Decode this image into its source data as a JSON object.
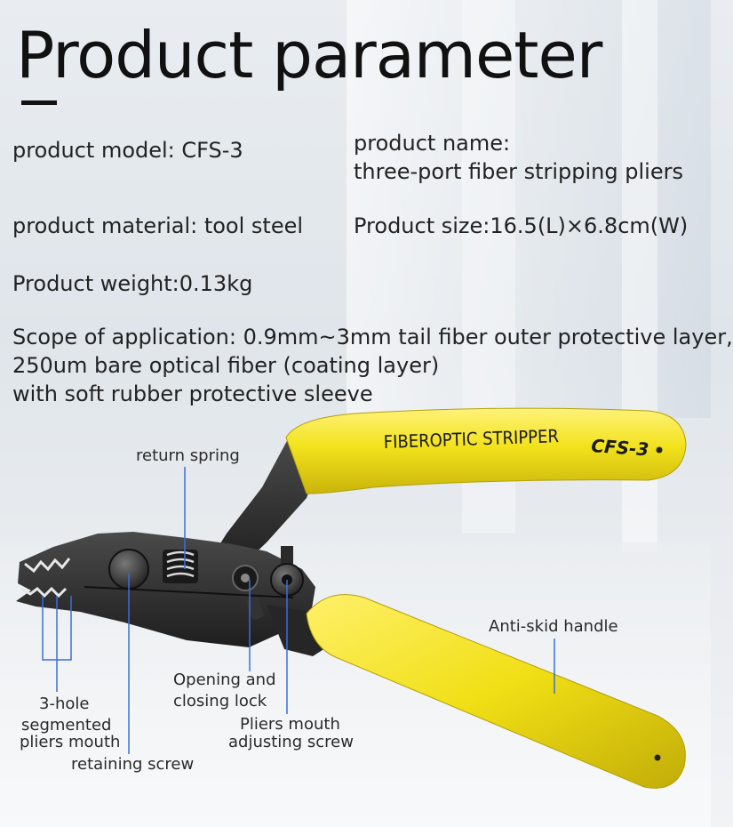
{
  "heading": "Product parameter",
  "specs": {
    "model": "product model:  CFS-3",
    "name_label": "product name:",
    "name_value": "three-port fiber stripping pliers",
    "material": "product material: tool steel",
    "size": "Product size:16.5(L)×6.8cm(W)",
    "weight": "Product weight:0.13kg",
    "scope_line1": "Scope of application: 0.9mm~3mm tail fiber outer protective layer,",
    "scope_line2": "250um bare optical fiber (coating layer)",
    "scope_line3": "with soft rubber protective sleeve"
  },
  "handle_print": {
    "brand": "FIBEROPTIC STRIPPER",
    "model": "CFS-3"
  },
  "callouts": {
    "return_spring": "return spring",
    "anti_skid": "Anti-skid handle",
    "opening_line1": "Opening and",
    "opening_line2": "closing lock",
    "adjust_line1": "Pliers mouth",
    "adjust_line2": "adjusting screw",
    "three_hole_line1": "3-hole",
    "three_hole_line2": "segmented",
    "three_hole_line3": "pliers mouth",
    "retaining": "retaining screw"
  },
  "colors": {
    "handle": "#f2e520",
    "steel": "#2b2b2b",
    "callout_line": "#3a6fd8"
  }
}
